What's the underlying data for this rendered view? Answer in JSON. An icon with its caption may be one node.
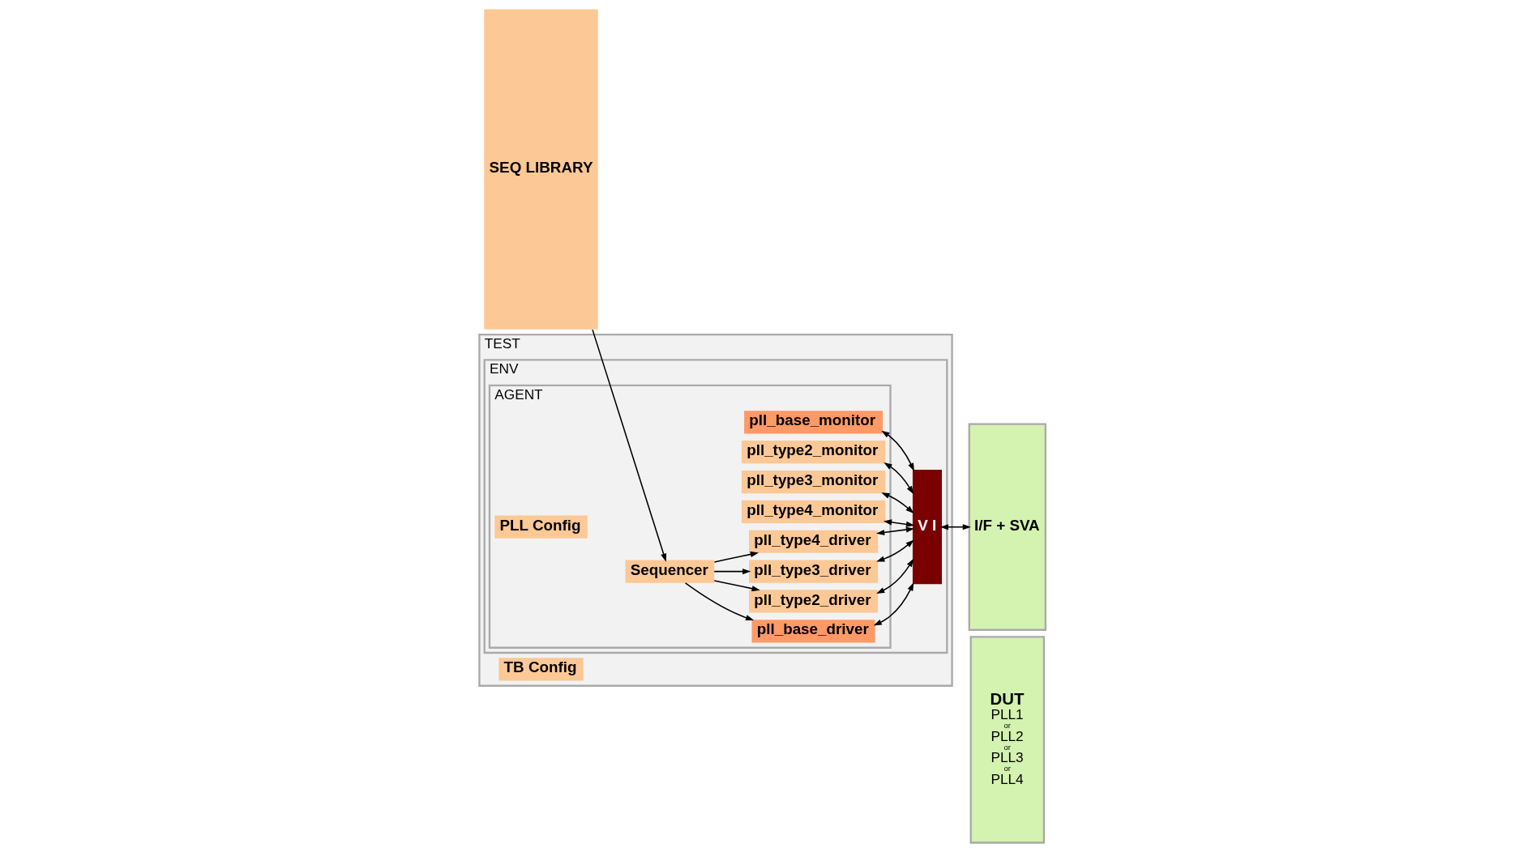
{
  "diagram": {
    "nodes": [
      {
        "text": [
          "SEQ LIBRARY"
        ]
      },
      {
        "text": [
          "TEST"
        ]
      },
      {
        "text": [
          "TB Config"
        ],
        "in": 1
      },
      {
        "text": [
          "ENV"
        ],
        "in": 1
      },
      {
        "text": [
          "AGENT"
        ],
        "in": 3
      },
      {
        "text": [
          "PLL Config"
        ],
        "in": 4
      },
      {
        "text": [
          "pll_base_monitor"
        ],
        "in": 4
      },
      {
        "text": [
          "pll_type2_monitor"
        ],
        "in": 4
      },
      {
        "text": [
          "pll_type3_monitor"
        ],
        "in": 4
      },
      {
        "text": [
          "pll_type4_monitor"
        ],
        "in": 4
      },
      {
        "text": [
          "Sequencer"
        ],
        "in": 4
      },
      {
        "text": [
          "pll_base_driver"
        ],
        "in": 4
      },
      {
        "text": [
          "pll_type2_driver"
        ],
        "in": 4
      },
      {
        "text": [
          "pll_type3_driver"
        ],
        "in": 4
      },
      {
        "text": [
          "pll_type4_driver"
        ],
        "in": 4
      },
      {
        "text": [
          "V I"
        ],
        "in": 3
      },
      {
        "text": [
          "I/F + SVA"
        ]
      },
      {
        "text": [
          "DUT",
          "PLL1",
          "or",
          "PLL2",
          "or",
          "PLL3",
          "or",
          "PLL4"
        ]
      }
    ],
    "edges": [
      {
        "from": 0,
        "to": 10,
        "arrow": "to"
      },
      {
        "from": 10,
        "to": 11,
        "arrow": "to"
      },
      {
        "from": 10,
        "to": 12,
        "arrow": "to"
      },
      {
        "from": 10,
        "to": 13,
        "arrow": "to"
      },
      {
        "from": 10,
        "to": 14,
        "arrow": "to"
      },
      {
        "from": 15,
        "to": 6,
        "arrow": "both"
      },
      {
        "from": 15,
        "to": 7,
        "arrow": "both"
      },
      {
        "from": 15,
        "to": 8,
        "arrow": "both"
      },
      {
        "from": 15,
        "to": 9,
        "arrow": "both"
      },
      {
        "from": 15,
        "to": 11,
        "arrow": "both"
      },
      {
        "from": 15,
        "to": 12,
        "arrow": "both"
      },
      {
        "from": 15,
        "to": 13,
        "arrow": "both"
      },
      {
        "from": 15,
        "to": 14,
        "arrow": "both"
      },
      {
        "from": 15,
        "to": 16,
        "arrow": "both"
      }
    ]
  }
}
